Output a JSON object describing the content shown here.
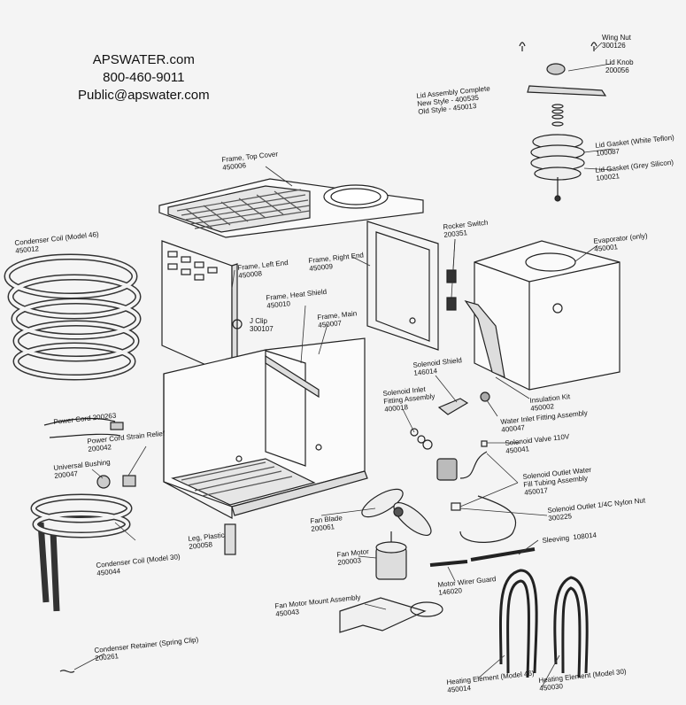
{
  "contact": {
    "site": "APSWATER.com",
    "phone": "800-460-9011",
    "email": "Public@apswater.com"
  },
  "parts": {
    "wing_nut": {
      "name": "Wing Nut",
      "number": "300126"
    },
    "lid_knob": {
      "name": "Lid Knob",
      "number": "200056"
    },
    "lid_assembly": {
      "name": "Lid Assembly Complete",
      "new_style": "New Style - 400535",
      "old_style": "Old Style - 450013"
    },
    "lid_gasket_white": {
      "name": "Lid Gasket (White Teflon)",
      "number": "100087"
    },
    "lid_gasket_grey": {
      "name": "Lid Gasket (Grey Silicon)",
      "number": "100021"
    },
    "frame_top_cover": {
      "name": "Frame, Top Cover",
      "number": "450006"
    },
    "condenser_coil_46": {
      "name": "Condenser Coil (Model 46)",
      "number": "450012"
    },
    "frame_left_end": {
      "name": "Frame, Left End",
      "number": "450008"
    },
    "frame_right_end": {
      "name": "Frame, Right End",
      "number": "450009"
    },
    "rocker_switch": {
      "name": "Rocker Switch",
      "number": "200351"
    },
    "evaporator": {
      "name": "Evaporator (only)",
      "number": "450001"
    },
    "frame_heat_shield": {
      "name": "Frame, Heat Shield",
      "number": "450010"
    },
    "j_clip": {
      "name": "J Clip",
      "number": "300107"
    },
    "frame_main": {
      "name": "Frame, Main",
      "number": "450007"
    },
    "solenoid_shield": {
      "name": "Solenoid Shield",
      "number": "146014"
    },
    "solenoid_inlet": {
      "name": "Solenoid Inlet",
      "name2": "Fitting Assembly",
      "number": "400018"
    },
    "insulation_kit": {
      "name": "Insulation Kit",
      "number": "450002"
    },
    "water_inlet": {
      "name": "Water Inlet Fitting Assembly",
      "number": "400047"
    },
    "power_cord": {
      "name": "Power Cord",
      "number": "200263"
    },
    "strain_relief": {
      "name": "Power Cord Strain Relief",
      "number": "200042"
    },
    "solenoid_valve": {
      "name": "Solenoid Valve 110V",
      "number": "450041"
    },
    "universal_bushing": {
      "name": "Universal Bushing",
      "number": "200047"
    },
    "solenoid_outlet_water": {
      "name": "Solenoid Outlet Water",
      "name2": "Fill Tubing Assembly",
      "number": "450017"
    },
    "solenoid_outlet_nut": {
      "name": "Solenoid Outlet 1/4C Nylon Nut",
      "number": "300225"
    },
    "fan_blade": {
      "name": "Fan Blade",
      "number": "200061"
    },
    "leg_plastic": {
      "name": "Leg, Plastic",
      "number": "200058"
    },
    "sleeving": {
      "name": "Sleeving",
      "number": "108014"
    },
    "condenser_coil_30": {
      "name": "Condenser Coil (Model 30)",
      "number": "450044"
    },
    "fan_motor": {
      "name": "Fan Motor",
      "number": "200003"
    },
    "motor_wire_guard": {
      "name": "Motor Wirer Guard",
      "number": "146020"
    },
    "fan_motor_mount": {
      "name": "Fan Motor Mount Assembly",
      "number": "450043"
    },
    "condenser_retainer": {
      "name": "Condenser Retainer (Spring Clip)",
      "number": "200261"
    },
    "heating_element_46": {
      "name": "Heating Element (Model 46)",
      "number": "450014"
    },
    "heating_element_30": {
      "name": "Heating Element (Model 30)",
      "number": "450030"
    }
  }
}
